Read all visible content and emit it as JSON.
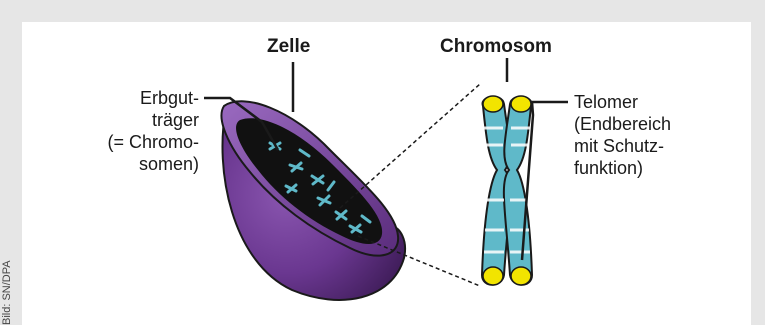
{
  "labels": {
    "cell_title": "Zelle",
    "chromosome_title": "Chromosom",
    "genome_carrier": [
      "Erbgut-",
      "träger",
      "(= Chromo-",
      "somen)"
    ],
    "telomere": [
      "Telomer",
      "(Endbereich",
      "mit Schutz-",
      "funktion)"
    ]
  },
  "credit": "Bild: SN/DPA",
  "colors": {
    "background": "#e6e6e6",
    "panel": "#ffffff",
    "cell_purple": "#6a3790",
    "cell_dark": "#4a2466",
    "nucleus_black": "#111111",
    "chromosome_cyan": "#5fb9c9",
    "telomere_yellow": "#f2e400",
    "outline": "#1a1a1a"
  }
}
